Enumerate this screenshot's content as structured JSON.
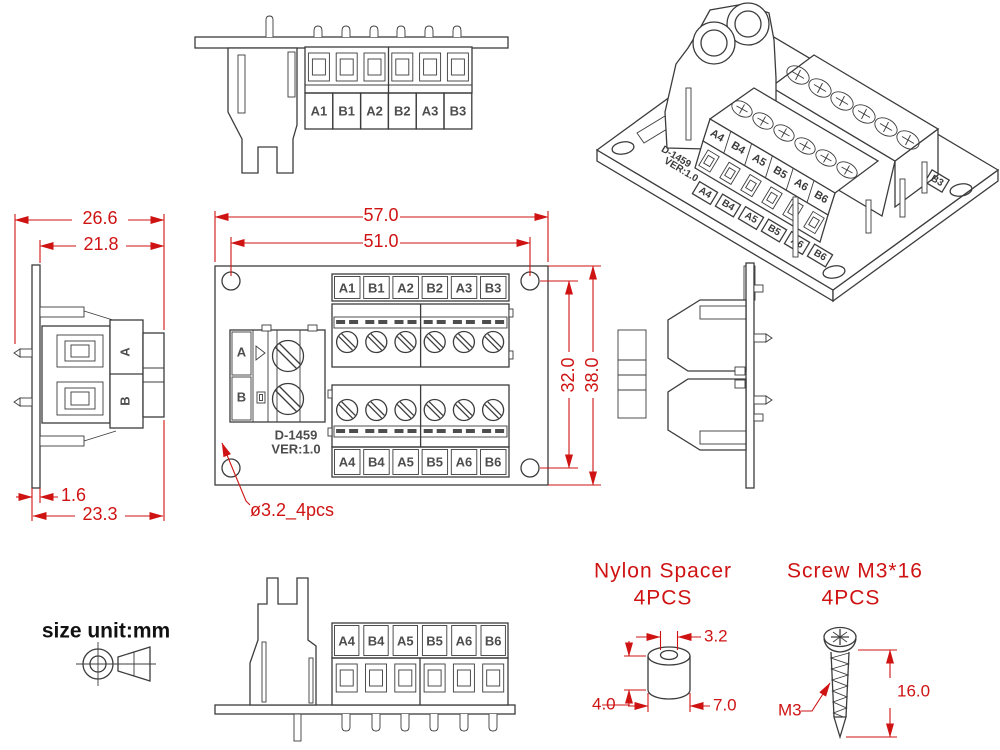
{
  "unit_note": {
    "text": "size unit:mm"
  },
  "colors": {
    "ink": "#3c3c3c",
    "dim": "#cf1313",
    "label": "#4d4d4d"
  },
  "front_view": {
    "dim_width": "57.0",
    "dim_hole_x": "51.0",
    "dim_hole_y": "32.0",
    "dim_height": "38.0",
    "hole_callout": "ø3.2_4pcs",
    "top_labels": [
      "A1",
      "B1",
      "A2",
      "B2",
      "A3",
      "B3"
    ],
    "bottom_labels": [
      "A4",
      "B4",
      "A5",
      "B5",
      "A6",
      "B6"
    ],
    "conn_a": "A",
    "conn_b": "B",
    "silk1": "D-1459",
    "silk2": "VER:1.0"
  },
  "left_view": {
    "dim_total": "26.6",
    "dim_body": "21.8",
    "dim_pcb": "1.6",
    "dim_back": "23.3",
    "label_a": "A",
    "label_b": "B"
  },
  "top_view": {
    "labels": [
      "A1",
      "B1",
      "A2",
      "B2",
      "A3",
      "B3"
    ]
  },
  "bottom_view": {
    "labels": [
      "A4",
      "B4",
      "A5",
      "B5",
      "A6",
      "B6"
    ]
  },
  "iso_view": {
    "face_labels": [
      "A4",
      "B4",
      "A5",
      "B5",
      "A6",
      "B6"
    ],
    "silk_labels": [
      "A4",
      "B4",
      "A5",
      "B5",
      "A6",
      "B6"
    ],
    "silk1": "D-1459",
    "silk2": "VER:1.0",
    "partial_label": "B3"
  },
  "spacer": {
    "title": "Nylon Spacer",
    "qty": "4PCS",
    "dim_hole": "3.2",
    "dim_height": "4.0",
    "dim_od": "7.0"
  },
  "screw": {
    "title": "Screw M3*16",
    "qty": "4PCS",
    "thread": "M3",
    "dim_length": "16.0"
  }
}
